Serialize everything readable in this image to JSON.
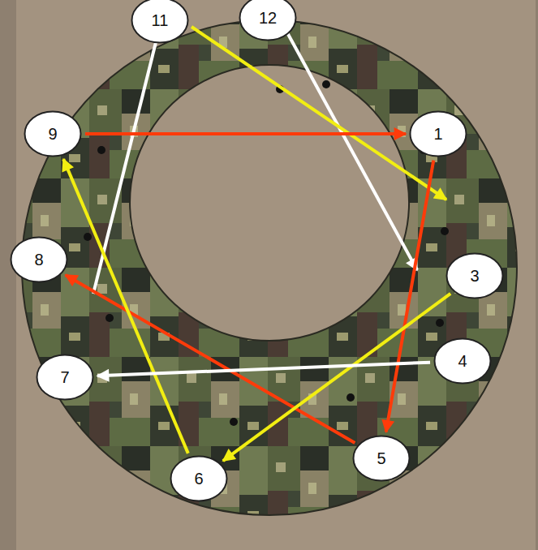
{
  "diagram": {
    "nodes": [
      {
        "text": [
          "11"
        ]
      },
      {
        "text": [
          "12"
        ]
      },
      {
        "text": [
          "9"
        ]
      },
      {
        "text": [
          "1"
        ]
      },
      {
        "text": [
          "3"
        ]
      },
      {
        "text": [
          "8"
        ]
      },
      {
        "text": [
          "4"
        ]
      },
      {
        "text": [
          "7"
        ]
      },
      {
        "text": [
          "5"
        ]
      },
      {
        "text": [
          "6"
        ]
      }
    ],
    "edges": [
      {
        "from": 2,
        "to": 3,
        "arrow": "to"
      },
      {
        "from": 3,
        "to": 8,
        "arrow": "to"
      },
      {
        "from": 8,
        "to": 5,
        "arrow": "to"
      },
      {
        "from": 4,
        "to": 9,
        "arrow": "to"
      },
      {
        "from": 9,
        "to": 2,
        "arrow": "to"
      },
      {
        "from": 6,
        "to": 7,
        "arrow": "to"
      }
    ]
  }
}
